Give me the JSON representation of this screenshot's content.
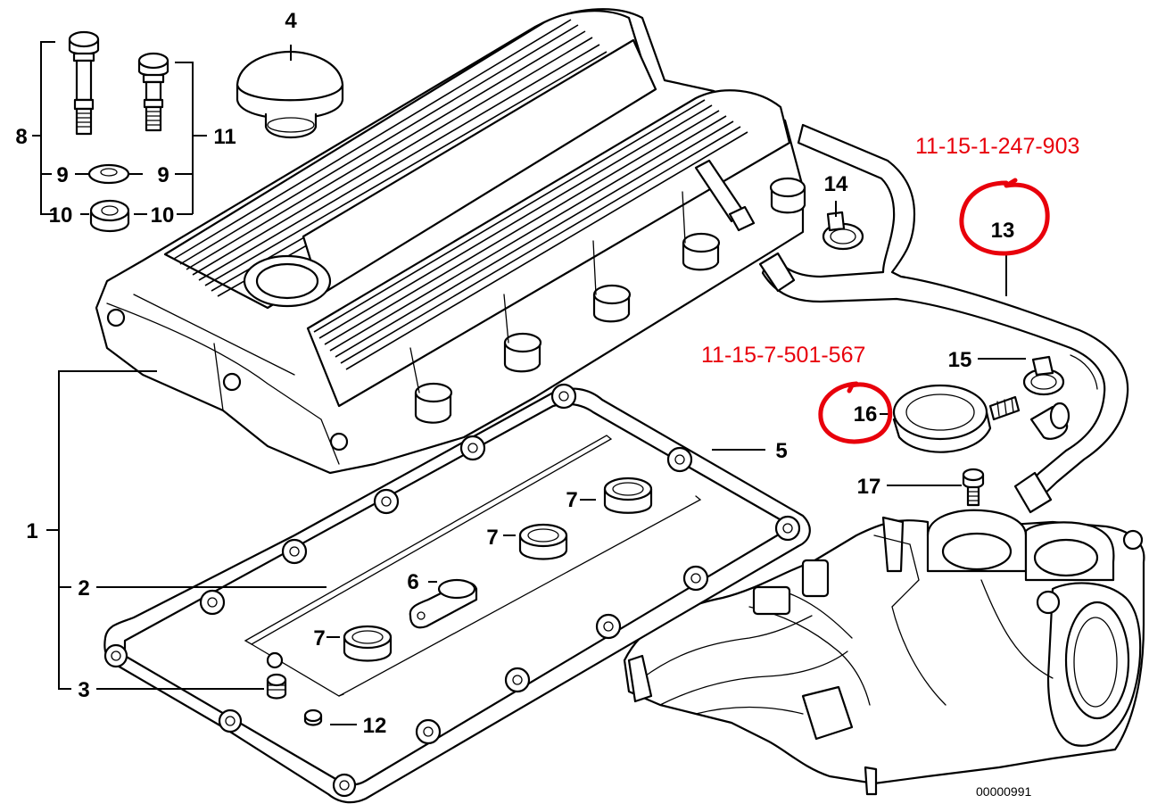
{
  "callouts": {
    "c1": "1",
    "c2": "2",
    "c3": "3",
    "c4": "4",
    "c5": "5",
    "c6": "6",
    "c7": "7",
    "c8": "8",
    "c9": "9",
    "c10": "10",
    "c11": "11",
    "c12": "12",
    "c13": "13",
    "c14": "14",
    "c15": "15",
    "c16": "16",
    "c17": "17"
  },
  "part_numbers": {
    "oil_separator_hose": "11-15-1-247-903",
    "pressure_regulating_valve": "11-15-7-501-567"
  },
  "drawing_number": "00000991",
  "colors": {
    "line": "#000000",
    "highlight": "#e8000b",
    "background": "#ffffff"
  }
}
